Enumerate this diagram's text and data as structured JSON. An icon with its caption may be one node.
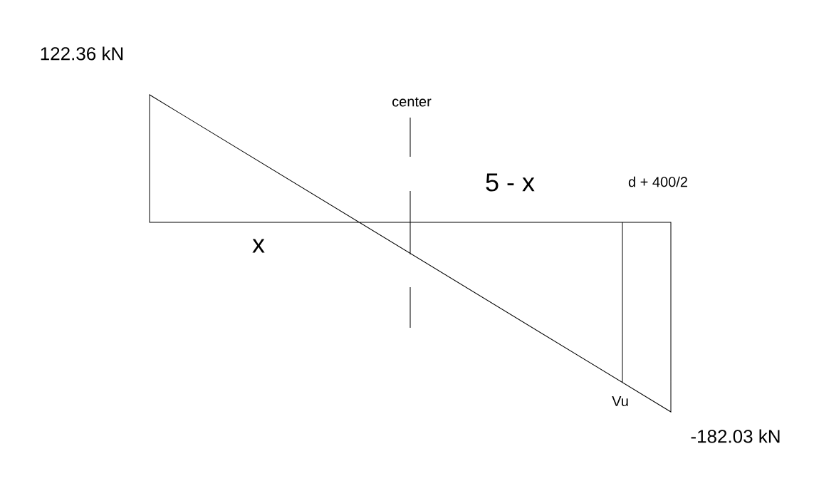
{
  "diagram": {
    "labels": [
      "122.36 kN",
      "center",
      "5 - x",
      "d + 400/2",
      "x",
      "Vu",
      "-182.03 kN"
    ]
  }
}
